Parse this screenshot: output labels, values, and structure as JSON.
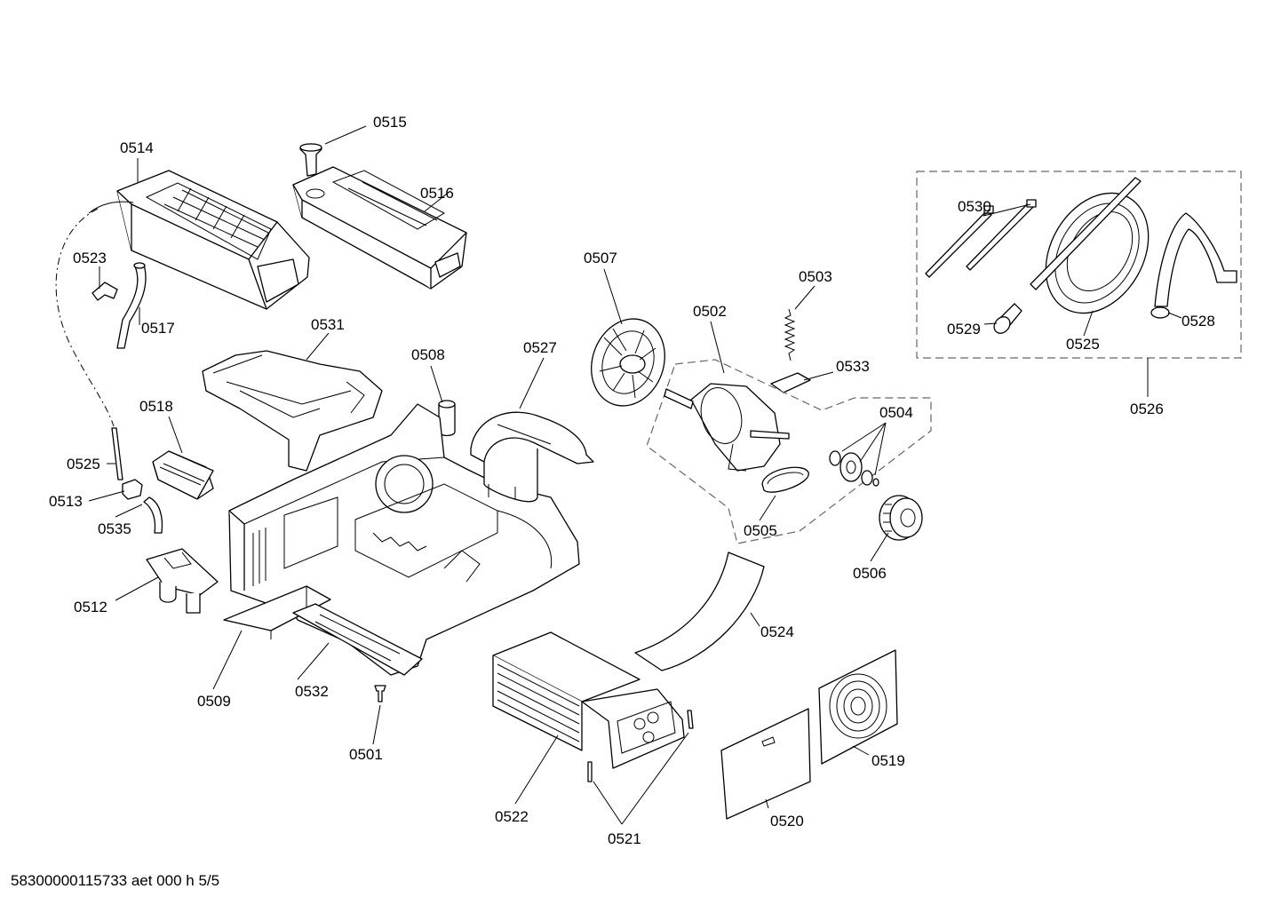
{
  "footer": {
    "document_code": "58300000115733 aet 000 h 5/5"
  },
  "callouts": [
    {
      "id": "c0501",
      "text": "0501"
    },
    {
      "id": "c0502",
      "text": "0502"
    },
    {
      "id": "c0503",
      "text": "0503"
    },
    {
      "id": "c0504",
      "text": "0504"
    },
    {
      "id": "c0505",
      "text": "0505"
    },
    {
      "id": "c0506",
      "text": "0506"
    },
    {
      "id": "c0507",
      "text": "0507"
    },
    {
      "id": "c0508",
      "text": "0508"
    },
    {
      "id": "c0509",
      "text": "0509"
    },
    {
      "id": "c0512",
      "text": "0512"
    },
    {
      "id": "c0513",
      "text": "0513"
    },
    {
      "id": "c0514",
      "text": "0514"
    },
    {
      "id": "c0515",
      "text": "0515"
    },
    {
      "id": "c0516",
      "text": "0516"
    },
    {
      "id": "c0517",
      "text": "0517"
    },
    {
      "id": "c0518",
      "text": "0518"
    },
    {
      "id": "c0519",
      "text": "0519"
    },
    {
      "id": "c0520",
      "text": "0520"
    },
    {
      "id": "c0521",
      "text": "0521"
    },
    {
      "id": "c0522",
      "text": "0522"
    },
    {
      "id": "c0523",
      "text": "0523"
    },
    {
      "id": "c0524",
      "text": "0524"
    },
    {
      "id": "c0525a",
      "text": "0525"
    },
    {
      "id": "c0525b",
      "text": "0525"
    },
    {
      "id": "c0526",
      "text": "0526"
    },
    {
      "id": "c0527",
      "text": "0527"
    },
    {
      "id": "c0528",
      "text": "0528"
    },
    {
      "id": "c0529",
      "text": "0529"
    },
    {
      "id": "c0530",
      "text": "0530"
    },
    {
      "id": "c0531",
      "text": "0531"
    },
    {
      "id": "c0532",
      "text": "0532"
    },
    {
      "id": "c0533",
      "text": "0533"
    },
    {
      "id": "c0535",
      "text": "0535"
    }
  ]
}
